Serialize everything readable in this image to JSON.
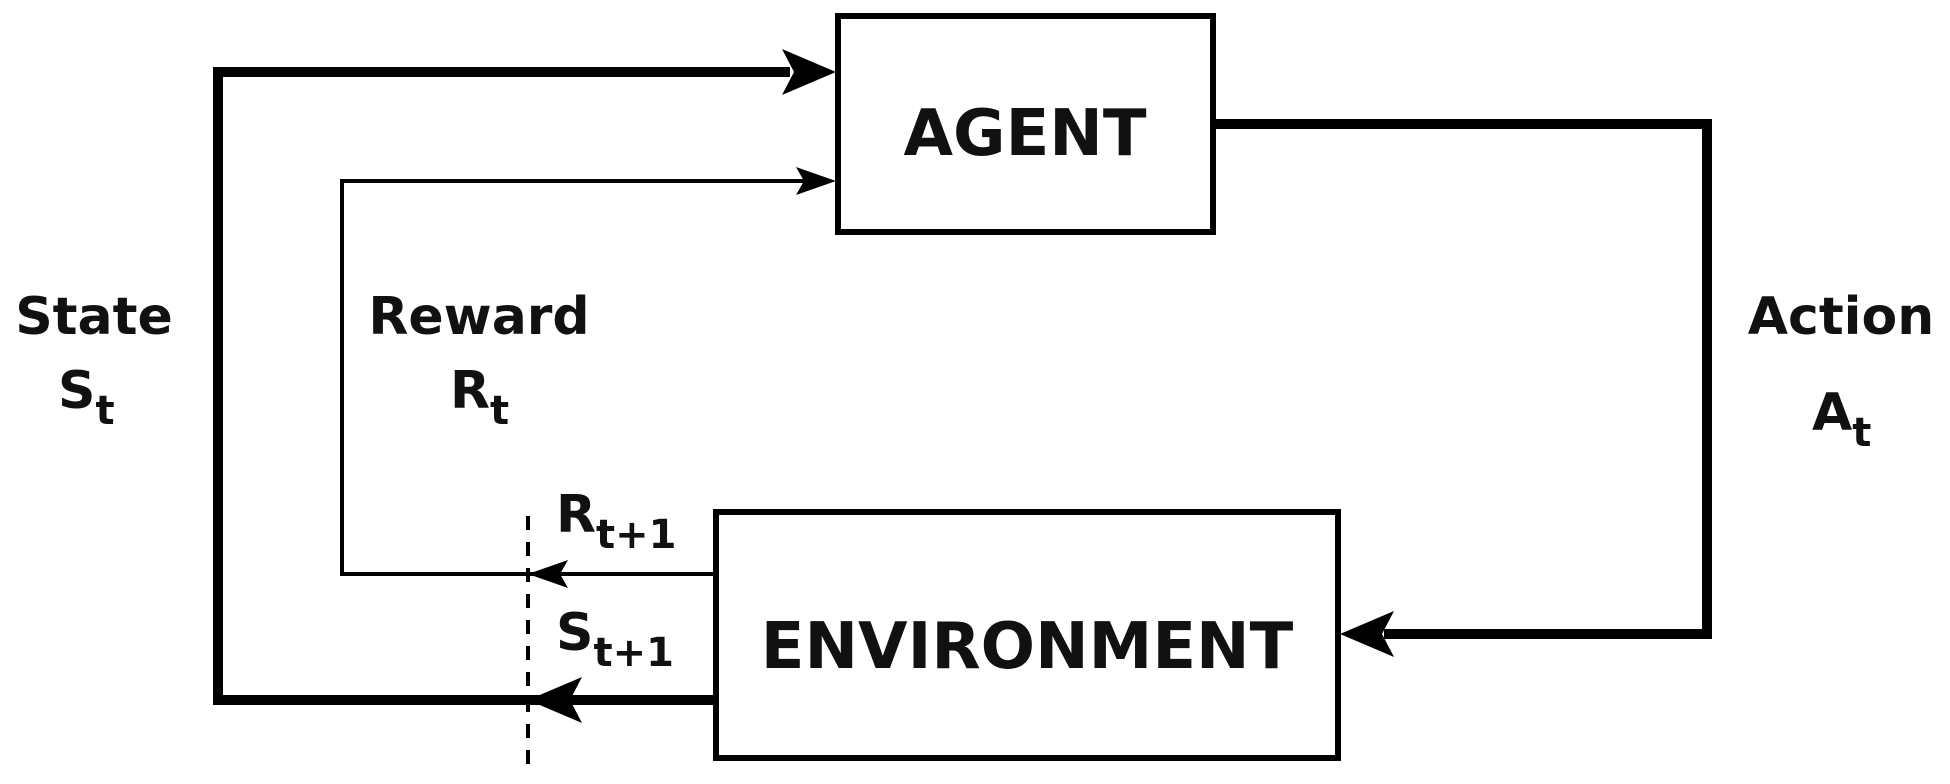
{
  "nodes": {
    "agent": {
      "label": "AGENT"
    },
    "environment": {
      "label": "ENVIRONMENT"
    }
  },
  "edges": {
    "state": {
      "word": "State",
      "symbol": "S",
      "subscript": "t"
    },
    "reward": {
      "word": "Reward",
      "symbol": "R",
      "subscript": "t"
    },
    "action": {
      "word": "Action",
      "symbol": "A",
      "subscript": "t"
    },
    "next_reward": {
      "symbol": "R",
      "subscript": "t+1"
    },
    "next_state": {
      "symbol": "S",
      "subscript": "t+1"
    }
  }
}
